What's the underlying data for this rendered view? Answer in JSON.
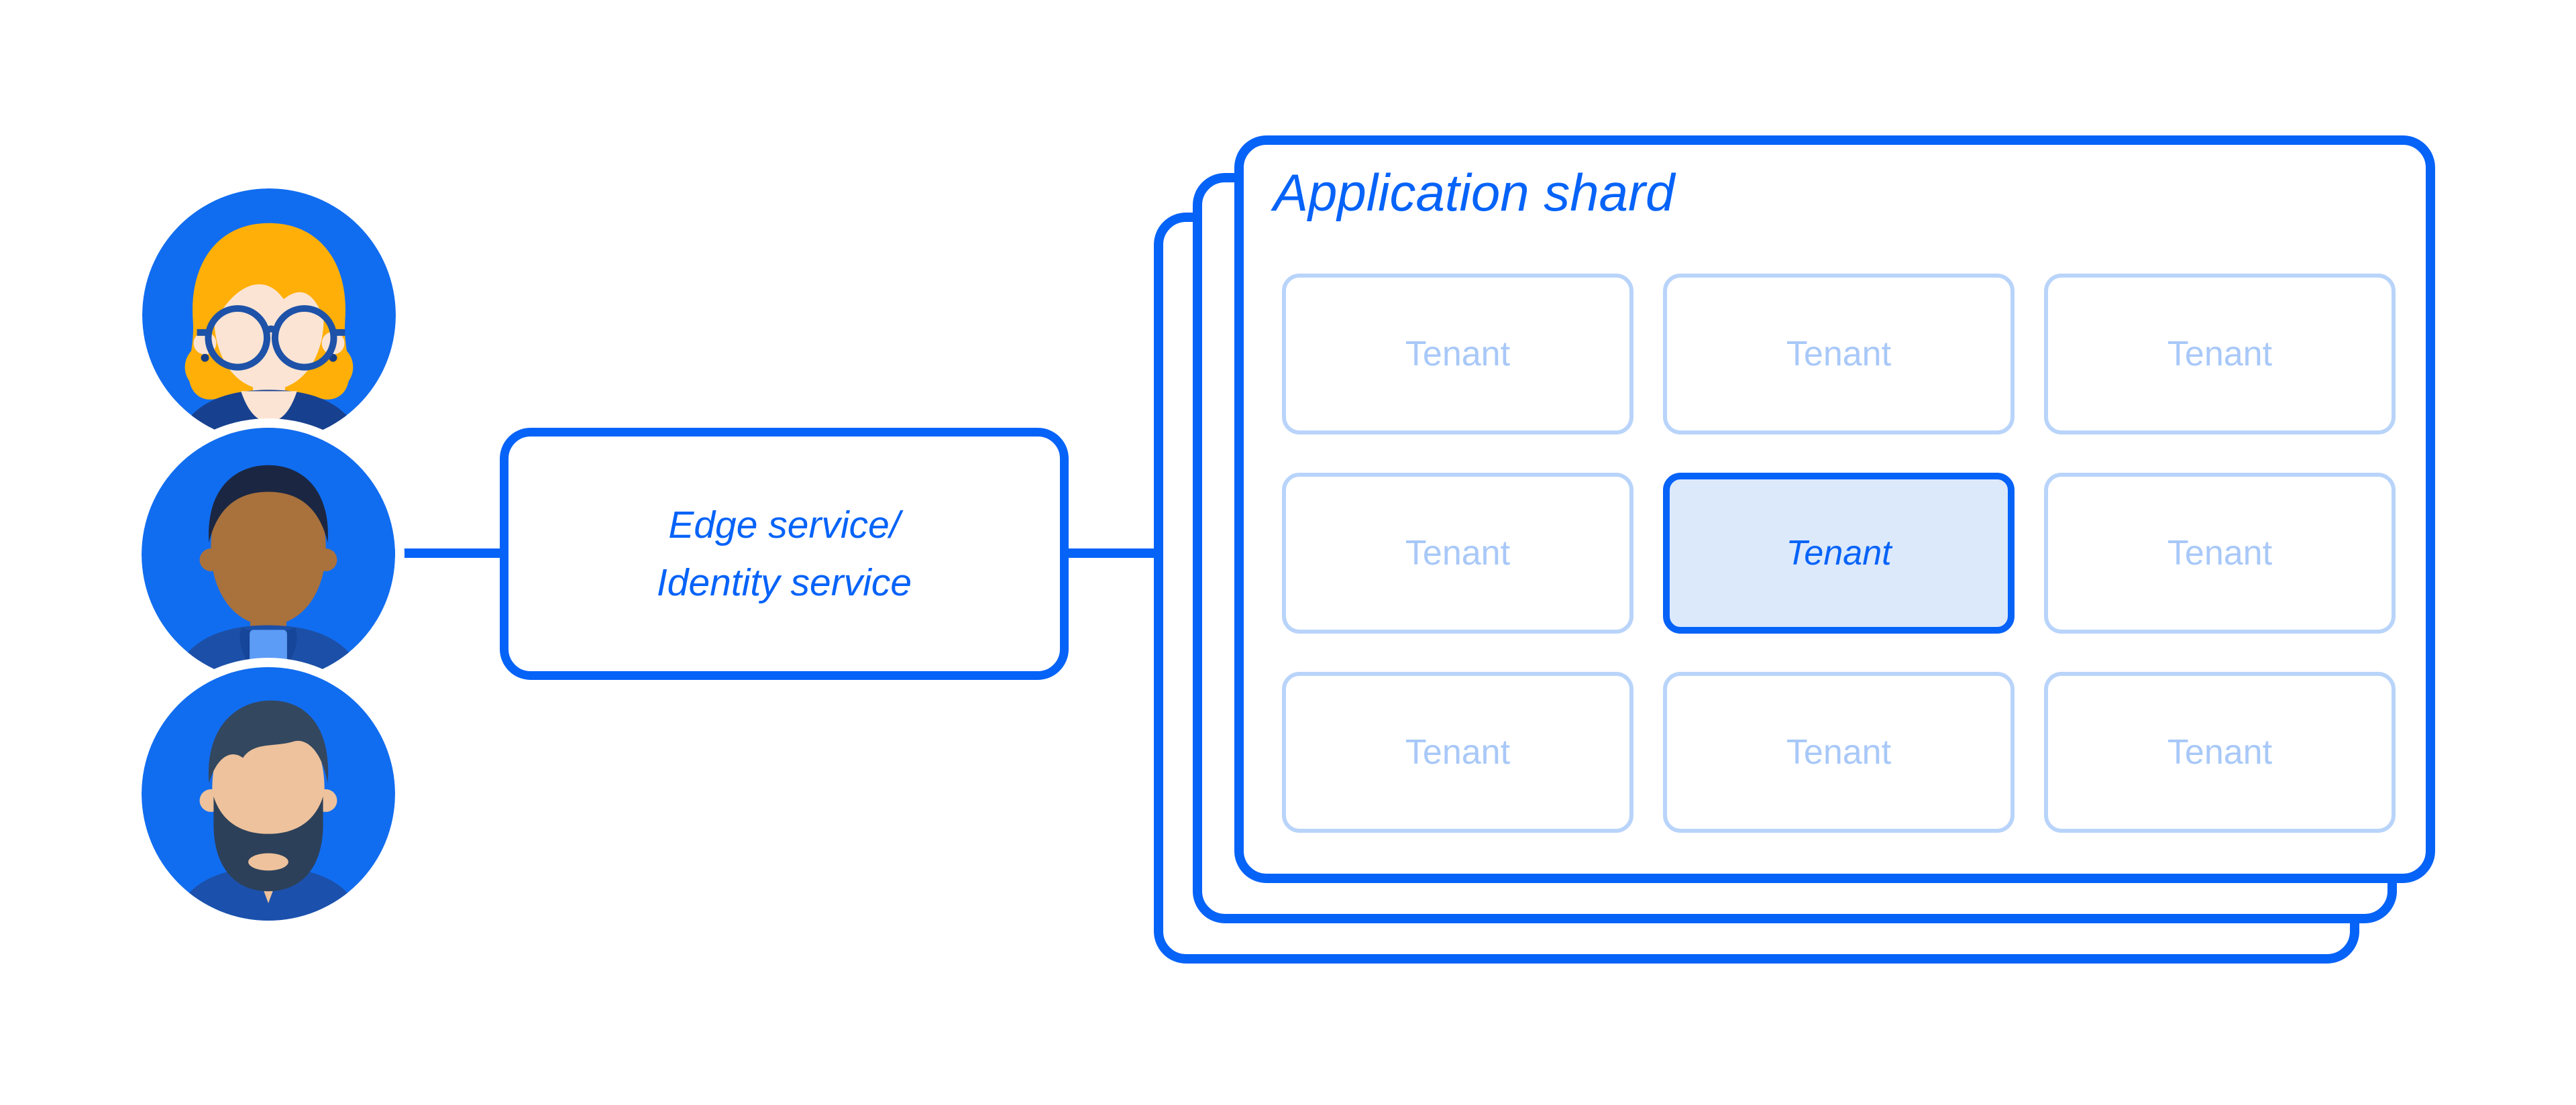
{
  "diagram": {
    "title": "Application shard",
    "edge_service_box": {
      "line1": "Edge service/",
      "line2": "Identity service"
    },
    "tenants": [
      {
        "label": "Tenant",
        "highlighted": false
      },
      {
        "label": "Tenant",
        "highlighted": false
      },
      {
        "label": "Tenant",
        "highlighted": false
      },
      {
        "label": "Tenant",
        "highlighted": false
      },
      {
        "label": "Tenant",
        "highlighted": true
      },
      {
        "label": "Tenant",
        "highlighted": false
      },
      {
        "label": "Tenant",
        "highlighted": false
      },
      {
        "label": "Tenant",
        "highlighted": false
      },
      {
        "label": "Tenant",
        "highlighted": false
      }
    ],
    "users": [
      {
        "icon": "woman-with-glasses-avatar"
      },
      {
        "icon": "man-short-hair-avatar"
      },
      {
        "icon": "man-with-beard-avatar"
      }
    ],
    "colors": {
      "accent_blue": "#0663F8",
      "tenant_border": "#B9D4FA",
      "tenant_text": "#A8C8F8",
      "tenant_highlight_fill": "#DCE9FB",
      "avatar_circle_blue": "#116DF0"
    }
  }
}
